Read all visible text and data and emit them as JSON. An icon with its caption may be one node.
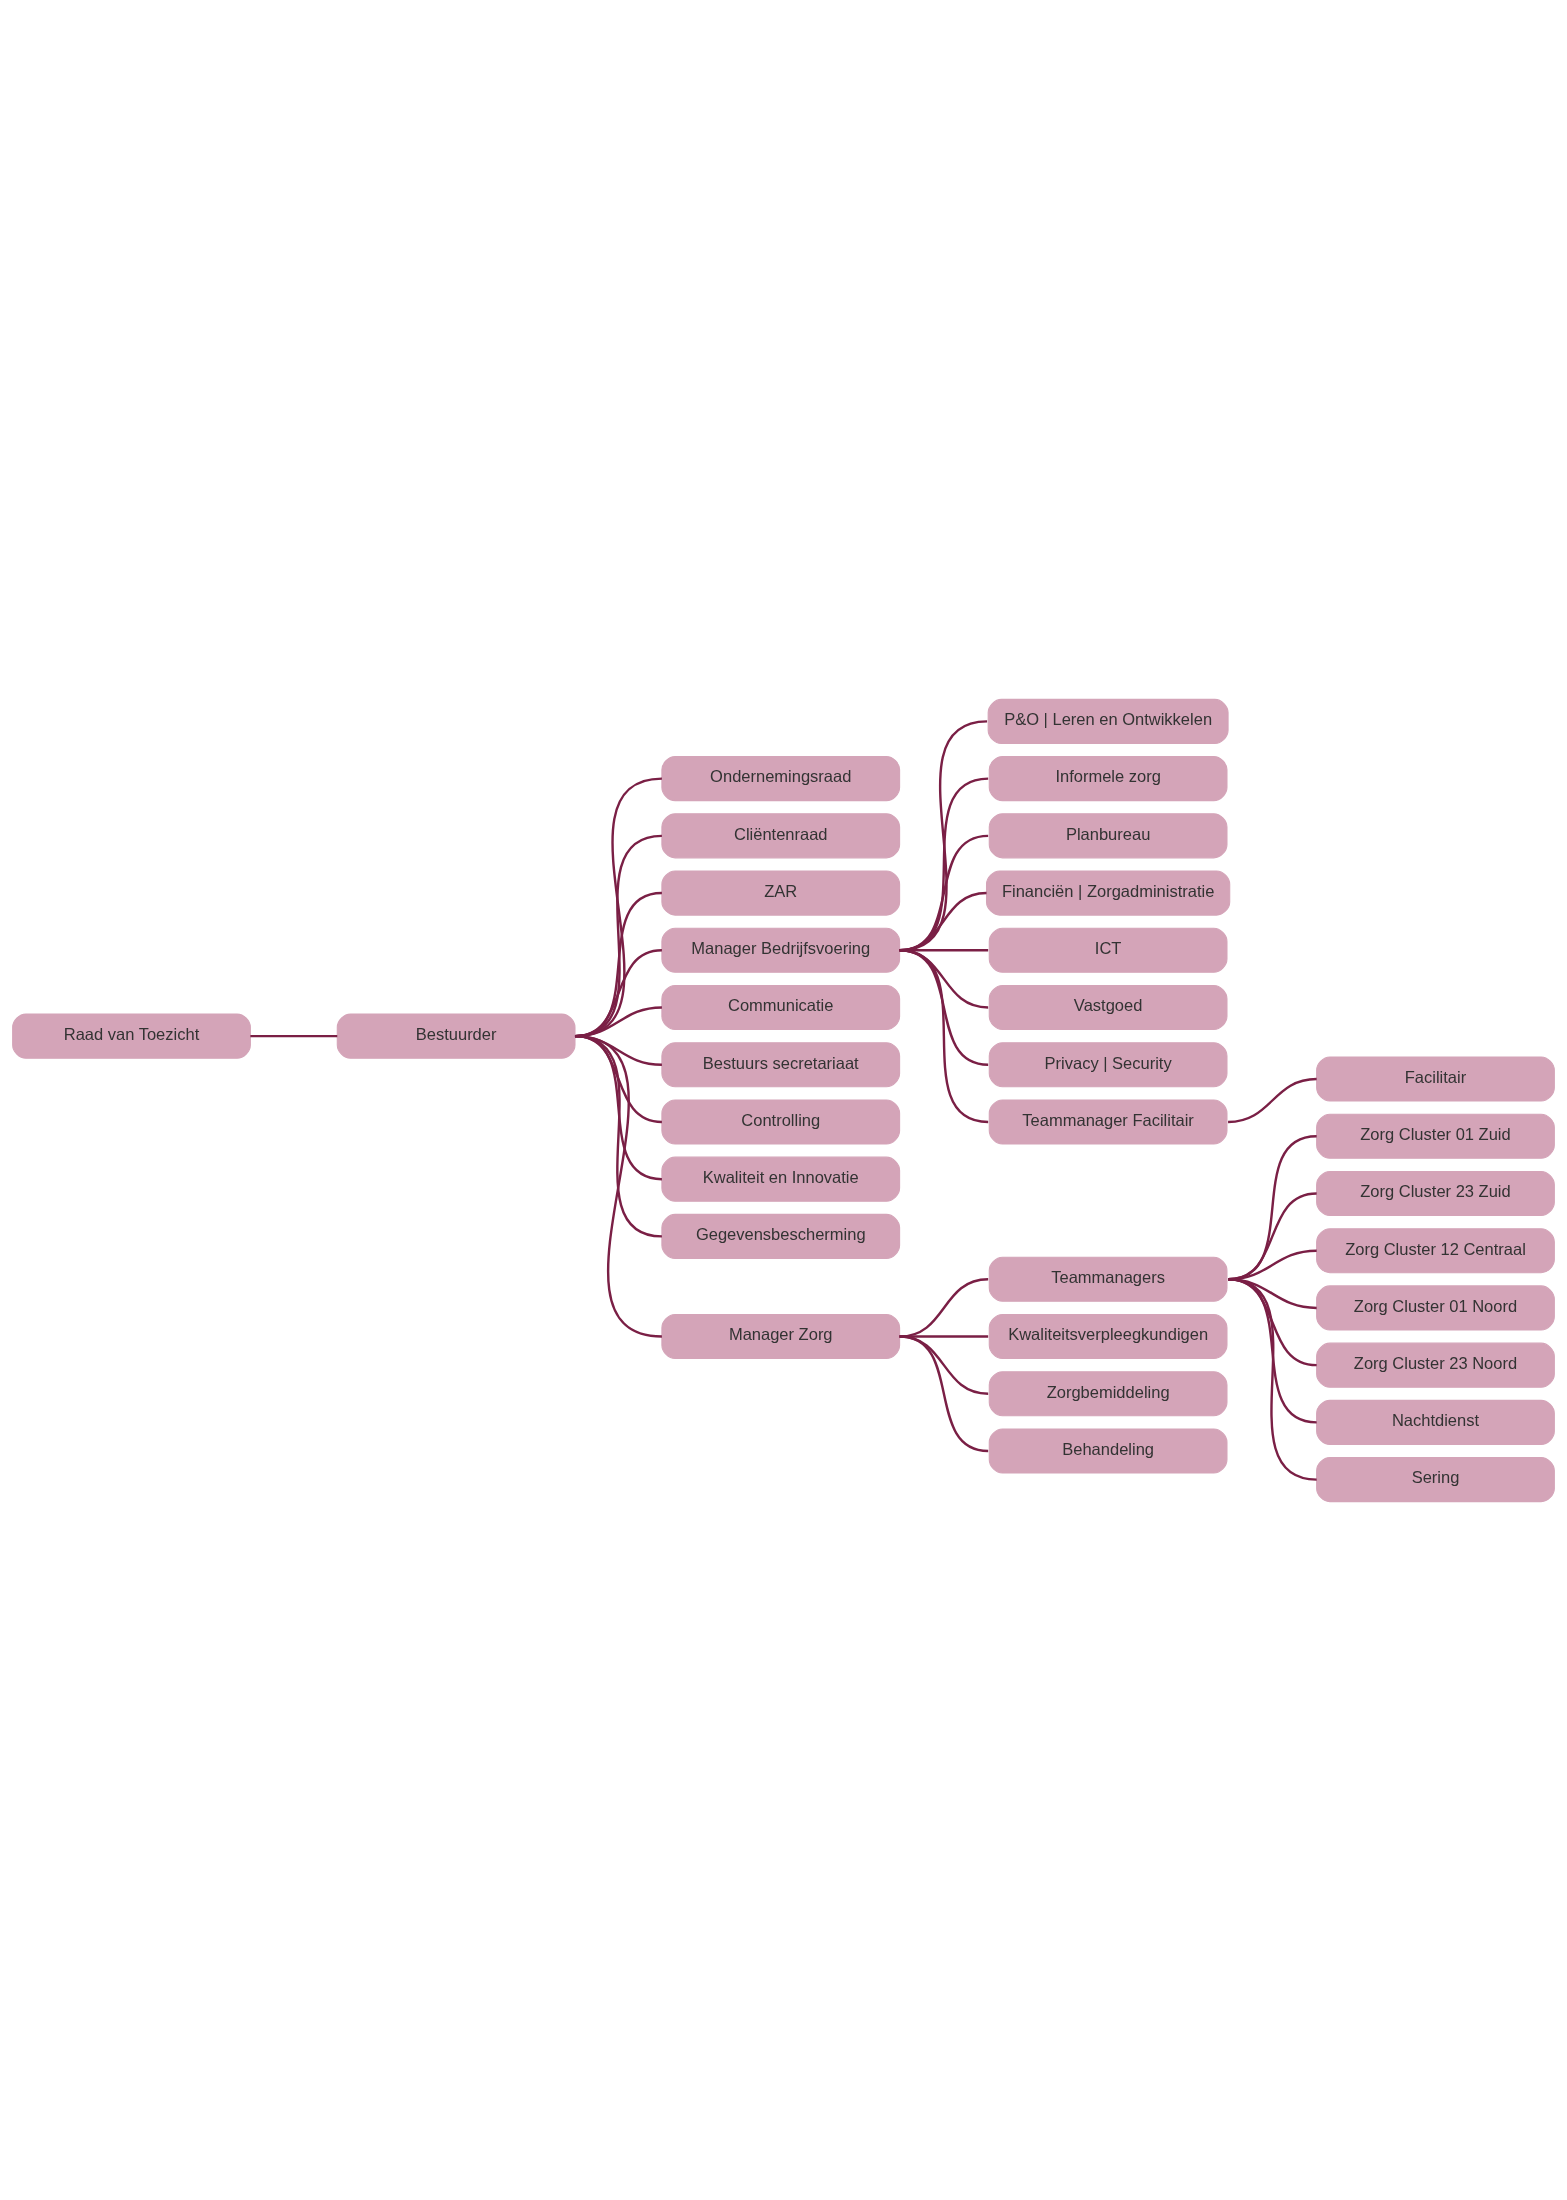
{
  "diagram": {
    "nodes": [
      {
        "text": [
          "Raad van Toezicht"
        ]
      },
      {
        "text": [
          "Bestuurder"
        ]
      },
      {
        "text": [
          "Ondernemingsraad"
        ]
      },
      {
        "text": [
          "Cliëntenraad"
        ]
      },
      {
        "text": [
          "ZAR"
        ]
      },
      {
        "text": [
          "Manager Bedrijfsvoering"
        ]
      },
      {
        "text": [
          "P&O | Leren en Ontwikkelen"
        ]
      },
      {
        "text": [
          "Informele zorg"
        ]
      },
      {
        "text": [
          "Planbureau"
        ]
      },
      {
        "text": [
          "Financiën | Zorgadministratie"
        ]
      },
      {
        "text": [
          "ICT"
        ]
      },
      {
        "text": [
          "Vastgoed"
        ]
      },
      {
        "text": [
          "Privacy | Security"
        ]
      },
      {
        "text": [
          "Teammanager Facilitair"
        ]
      },
      {
        "text": [
          "Facilitair"
        ]
      },
      {
        "text": [
          "Communicatie"
        ]
      },
      {
        "text": [
          "Bestuurs secretariaat"
        ]
      },
      {
        "text": [
          "Controlling"
        ]
      },
      {
        "text": [
          "Kwaliteit en Innovatie"
        ]
      },
      {
        "text": [
          "Gegevensbescherming"
        ]
      },
      {
        "text": [
          "Manager Zorg"
        ]
      },
      {
        "text": [
          "Teammanagers"
        ]
      },
      {
        "text": [
          "Kwaliteitsverpleegkundigen"
        ]
      },
      {
        "text": [
          "Zorgbemiddeling"
        ]
      },
      {
        "text": [
          "Behandeling"
        ]
      },
      {
        "text": [
          "Zorg Cluster 01 Zuid"
        ]
      },
      {
        "text": [
          "Zorg Cluster 23 Zuid"
        ]
      },
      {
        "text": [
          "Zorg Cluster 12 Centraal"
        ]
      },
      {
        "text": [
          "Zorg Cluster 01 Noord"
        ]
      },
      {
        "text": [
          "Zorg Cluster 23 Noord"
        ]
      },
      {
        "text": [
          "Nachtdienst"
        ]
      },
      {
        "text": [
          "Sering"
        ]
      }
    ],
    "edges": [
      {
        "from": 0,
        "to": 1,
        "arrow": "none"
      },
      {
        "from": 1,
        "to": 2,
        "arrow": "none"
      },
      {
        "from": 1,
        "to": 3,
        "arrow": "none"
      },
      {
        "from": 1,
        "to": 4,
        "arrow": "none"
      },
      {
        "from": 1,
        "to": 5,
        "arrow": "none"
      },
      {
        "from": 5,
        "to": 6,
        "arrow": "none"
      },
      {
        "from": 5,
        "to": 7,
        "arrow": "none"
      },
      {
        "from": 5,
        "to": 8,
        "arrow": "none"
      },
      {
        "from": 5,
        "to": 9,
        "arrow": "none"
      },
      {
        "from": 5,
        "to": 10,
        "arrow": "none"
      },
      {
        "from": 5,
        "to": 11,
        "arrow": "none"
      },
      {
        "from": 5,
        "to": 12,
        "arrow": "none"
      },
      {
        "from": 5,
        "to": 13,
        "arrow": "none"
      },
      {
        "from": 13,
        "to": 14,
        "arrow": "none"
      },
      {
        "from": 1,
        "to": 15,
        "arrow": "none"
      },
      {
        "from": 1,
        "to": 16,
        "arrow": "none"
      },
      {
        "from": 1,
        "to": 17,
        "arrow": "none"
      },
      {
        "from": 1,
        "to": 18,
        "arrow": "none"
      },
      {
        "from": 1,
        "to": 19,
        "arrow": "none"
      },
      {
        "from": 1,
        "to": 20,
        "arrow": "none"
      },
      {
        "from": 20,
        "to": 21,
        "arrow": "none"
      },
      {
        "from": 20,
        "to": 22,
        "arrow": "none"
      },
      {
        "from": 20,
        "to": 23,
        "arrow": "none"
      },
      {
        "from": 20,
        "to": 24,
        "arrow": "none"
      },
      {
        "from": 21,
        "to": 25,
        "arrow": "none"
      },
      {
        "from": 21,
        "to": 26,
        "arrow": "none"
      },
      {
        "from": 21,
        "to": 27,
        "arrow": "none"
      },
      {
        "from": 21,
        "to": 28,
        "arrow": "none"
      },
      {
        "from": 21,
        "to": 29,
        "arrow": "none"
      },
      {
        "from": 21,
        "to": 30,
        "arrow": "none"
      },
      {
        "from": 21,
        "to": 31,
        "arrow": "none"
      }
    ]
  }
}
